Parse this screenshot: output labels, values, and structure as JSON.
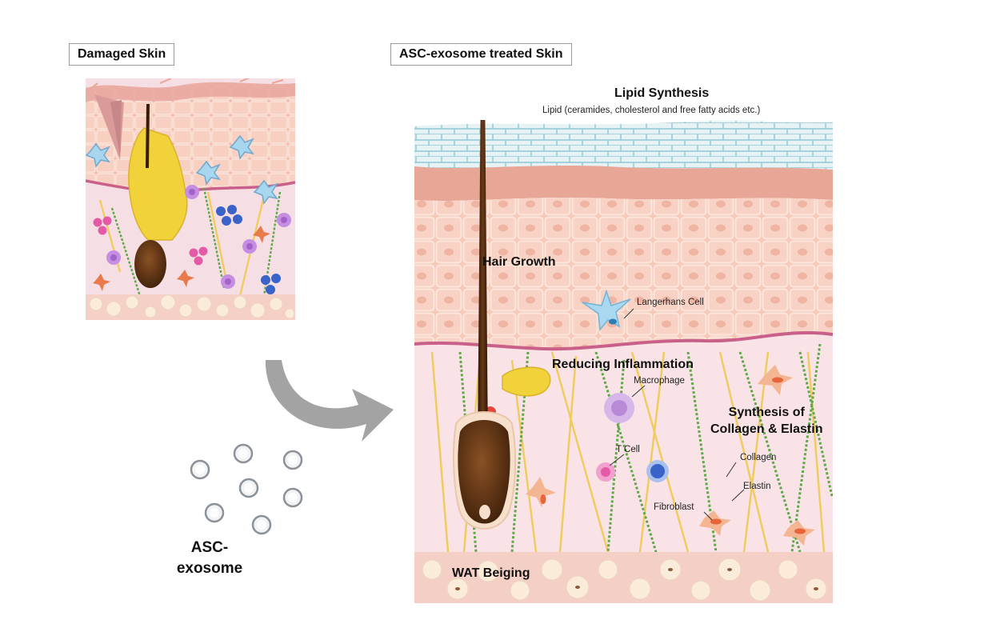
{
  "left_panel": {
    "title": "Damaged Skin"
  },
  "right_panel": {
    "title": "ASC-exosome treated Skin"
  },
  "exosome": {
    "label_line1": "ASC-",
    "label_line2": "exosome"
  },
  "labels": {
    "lipid_synthesis": "Lipid Synthesis",
    "lipid_detail": "Lipid (ceramides, cholesterol and free fatty acids etc.)",
    "hair_growth": "Hair Growth",
    "langerhans_cell": "Langerhans Cell",
    "reducing_inflammation": "Reducing Inflammation",
    "macrophage": "Macrophage",
    "synthesis_line1": "Synthesis of",
    "synthesis_line2": "Collagen & Elastin",
    "collagen": "Collagen",
    "t_cell": "T Cell",
    "elastin": "Elastin",
    "fibroblast": "Fibroblast",
    "wat_beiging": "WAT Beiging"
  },
  "colors": {
    "epidermis": "#f6c7b6",
    "dermis": "#f7dfe3",
    "basement_membrane": "#c9608a",
    "stratum_corneum": "#e4f1f4",
    "hair": "#4a2a12",
    "sebaceous_gland": "#f2d23a",
    "collagen_fiber": "#f0cc60",
    "elastin_fiber": "#5fa84a",
    "fat": "#fbecd9",
    "arrow": "#9c9c9c"
  }
}
